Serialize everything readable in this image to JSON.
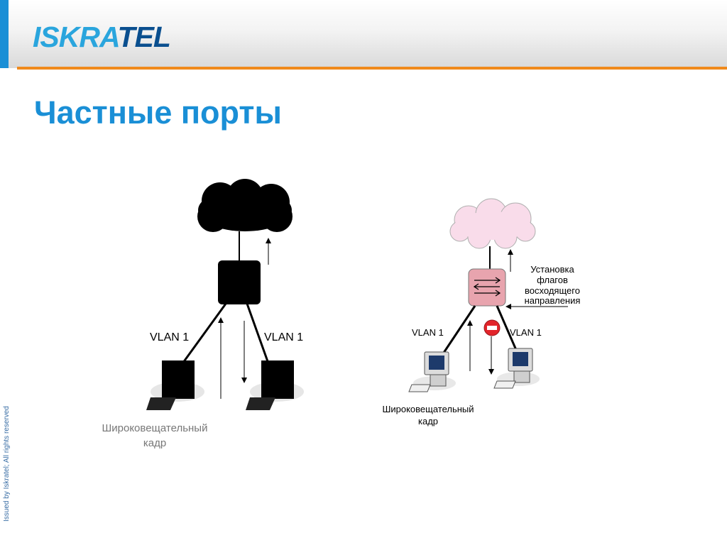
{
  "logo": {
    "part1": "ISKRA",
    "part2": "TEL"
  },
  "title": "Частные порты",
  "side_text": "Issued by Iskratel; All rights reserved",
  "left": {
    "vlan_left": "VLAN 1",
    "vlan_right": "VLAN 1",
    "broadcast": [
      "Широковещательный",
      "кадр"
    ]
  },
  "right": {
    "vlan_left": "VLAN 1",
    "vlan_right": "VLAN 1",
    "uplink_note": [
      "Установка",
      "флагов",
      "восходящего",
      "направления"
    ],
    "broadcast": [
      "Широковещательный",
      "кадр"
    ]
  },
  "colors": {
    "accent": "#1a8fd6",
    "orange": "#f08a1c",
    "cloud": "#f9dcea",
    "switch": "#e8a4ae",
    "block": "#e2242a"
  }
}
